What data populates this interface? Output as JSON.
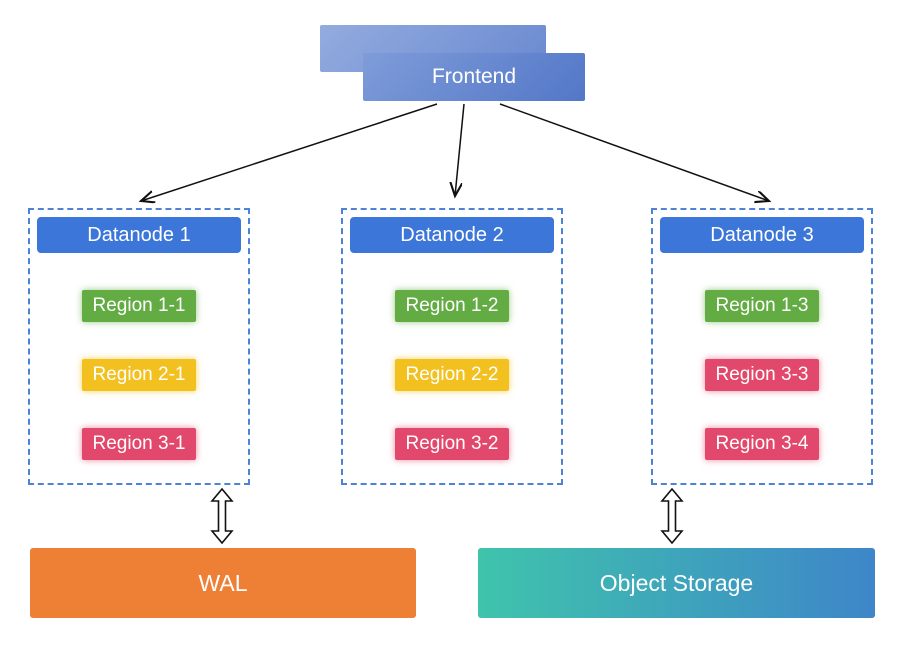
{
  "frontend": {
    "label": "Frontend"
  },
  "datanodes": [
    {
      "title": "Datanode 1",
      "regions": [
        {
          "label": "Region 1-1",
          "color": "green"
        },
        {
          "label": "Region 2-1",
          "color": "yellow"
        },
        {
          "label": "Region 3-1",
          "color": "red"
        }
      ]
    },
    {
      "title": "Datanode 2",
      "regions": [
        {
          "label": "Region 1-2",
          "color": "green"
        },
        {
          "label": "Region 2-2",
          "color": "yellow"
        },
        {
          "label": "Region 3-2",
          "color": "red"
        }
      ]
    },
    {
      "title": "Datanode 3",
      "regions": [
        {
          "label": "Region 1-3",
          "color": "green"
        },
        {
          "label": "Region 3-3",
          "color": "red"
        },
        {
          "label": "Region 3-4",
          "color": "red"
        }
      ]
    }
  ],
  "storage": {
    "wal": "WAL",
    "object_storage": "Object Storage"
  },
  "colors": {
    "datanode_header": "#3b76d8",
    "container_border": "#4d82d9",
    "region_green": "#63ac44",
    "region_yellow": "#f3c11f",
    "region_red": "#e2486b",
    "wal_orange": "#ee8035",
    "object_storage_left": "#3fc4ac",
    "object_storage_right": "#3e86c9",
    "frontend_blue_dark": "#5377c8"
  }
}
